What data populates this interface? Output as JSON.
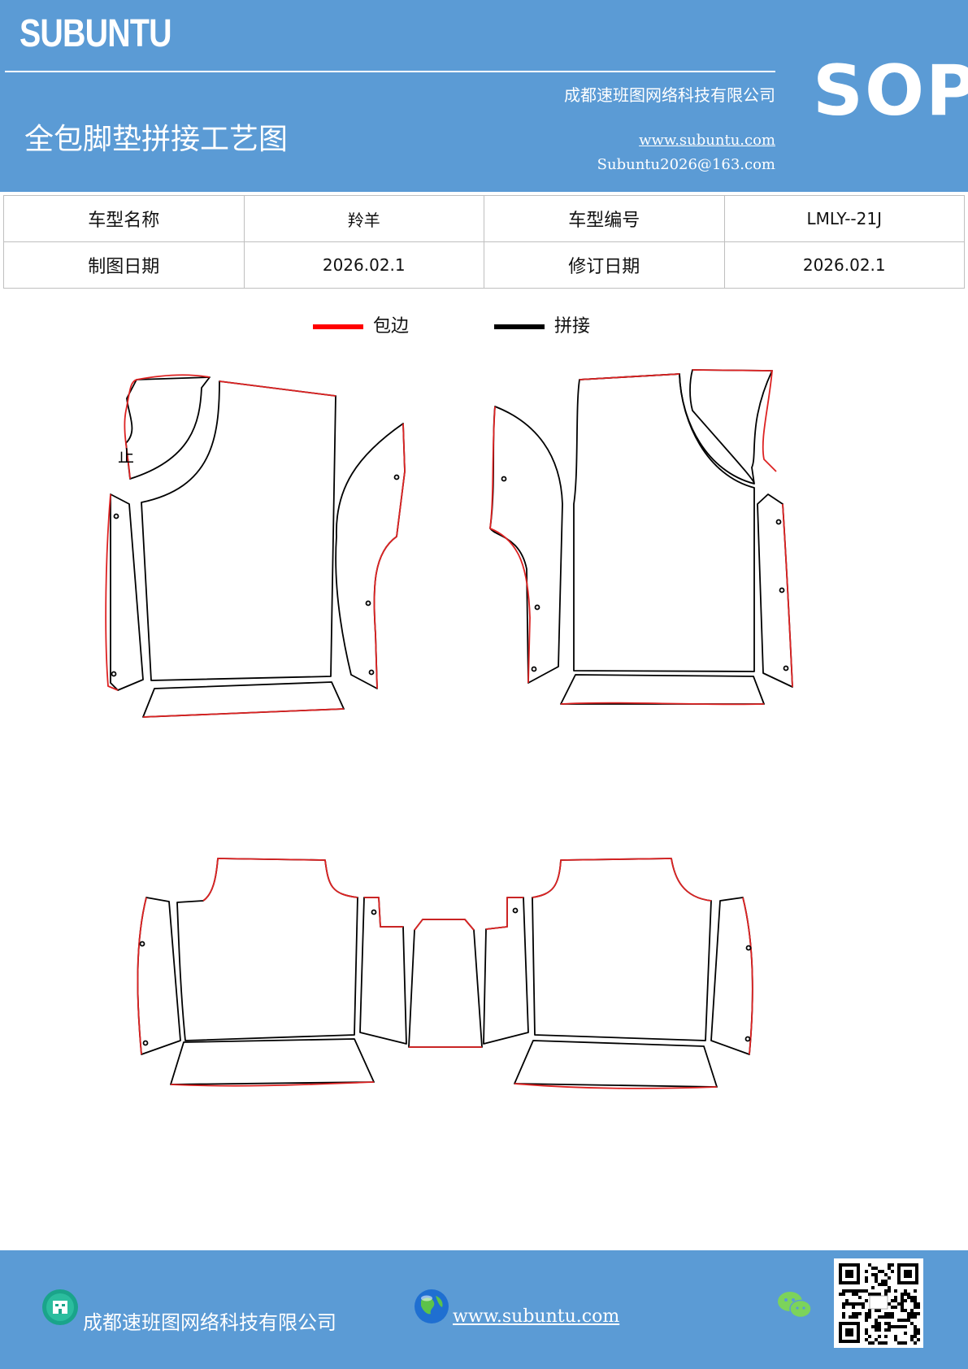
{
  "header": {
    "brand": "SUBUNTU",
    "company": "成都速班图网络科技有限公司",
    "title": "全包脚垫拼接工艺图",
    "website": "www.subuntu.com",
    "email": "Subuntu2026@163.com",
    "badge": "SOP"
  },
  "info_table": {
    "rows": [
      {
        "label1": "车型名称",
        "value1": "羚羊",
        "label2": "车型编号",
        "value2": "LMLY--21J"
      },
      {
        "label1": "制图日期",
        "value1": "2026.02.1",
        "label2": "修订日期",
        "value2": "2026.02.1"
      }
    ]
  },
  "legend": {
    "edge_label": "包边",
    "edge_color": "#ff0000",
    "splice_label": "拼接",
    "splice_color": "#000000"
  },
  "diagram": {
    "mark": "止"
  },
  "footer": {
    "company": "成都速班图网络科技有限公司",
    "website": "www.subuntu.com ",
    "icons": [
      "building-icon",
      "globe-icon",
      "wechat-icon",
      "qr-code"
    ]
  }
}
